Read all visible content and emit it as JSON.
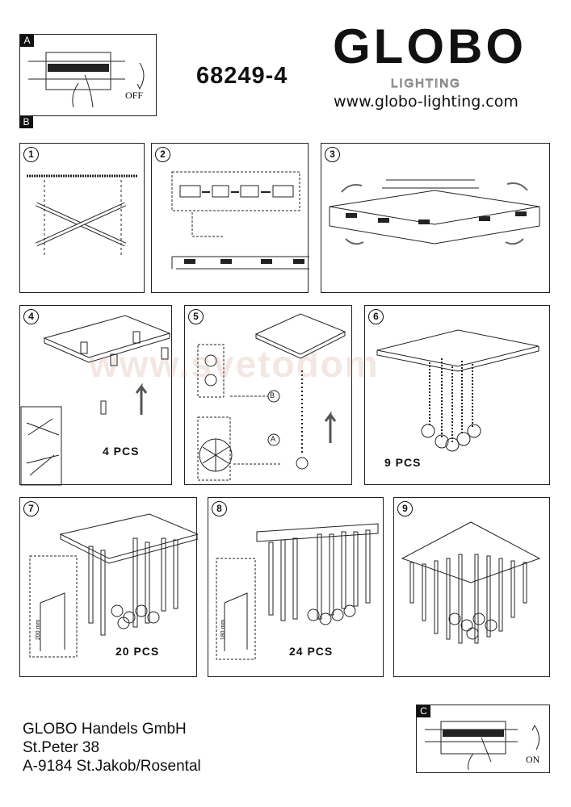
{
  "header": {
    "model": "68249-4",
    "logo": "GLOBO",
    "logo_sub": "LIGHTING",
    "url": "www.globo-lighting.com"
  },
  "switch_boxes": {
    "a_label": "A",
    "b_label": "B",
    "c_label": "C",
    "off_text": "OFF",
    "on_text": "ON"
  },
  "steps": [
    {
      "number": "1"
    },
    {
      "number": "2"
    },
    {
      "number": "3"
    },
    {
      "number": "4",
      "pcs": "4 PCS"
    },
    {
      "number": "5",
      "callout_b": "B",
      "callout_a": "A"
    },
    {
      "number": "6",
      "pcs": "9 PCS"
    },
    {
      "number": "7",
      "pcs": "20 PCS",
      "length": "200 mm"
    },
    {
      "number": "8",
      "pcs": "24 PCS",
      "length": "180 mm"
    },
    {
      "number": "9"
    }
  ],
  "footer": {
    "company": "GLOBO Handels GmbH",
    "street": "St.Peter 38",
    "city": "A-9184 St.Jakob/Rosental"
  },
  "watermark": "www.svetodom"
}
